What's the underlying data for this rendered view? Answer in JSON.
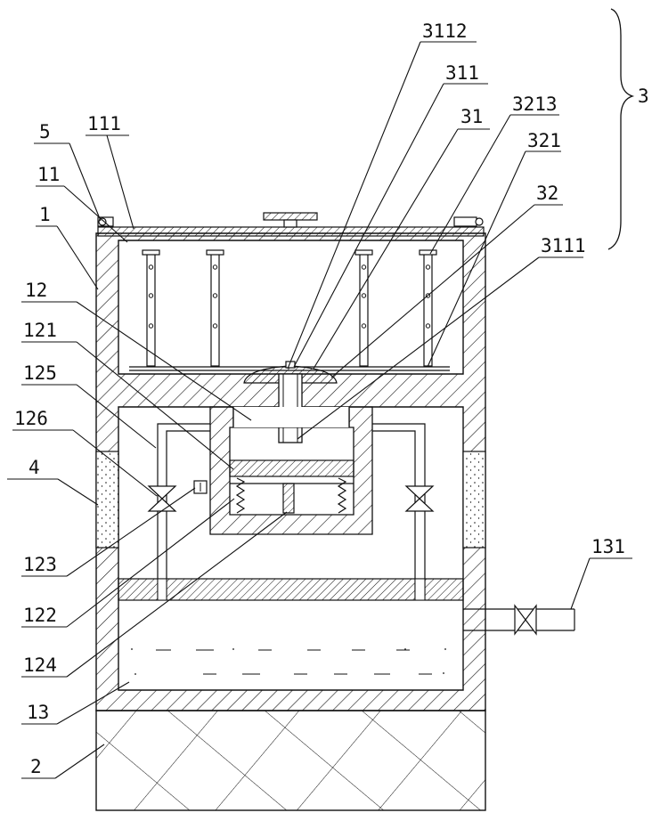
{
  "figure": {
    "background": "#ffffff",
    "line_color": "#111111",
    "labels": {
      "l3112": "3112",
      "l311": "311",
      "l31": "31",
      "l3213": "3213",
      "l321": "321",
      "l32": "32",
      "l3111": "3111",
      "l3": "3",
      "l5": "5",
      "l111": "111",
      "l11": "11",
      "l1": "1",
      "l12": "12",
      "l121": "121",
      "l125": "125",
      "l126": "126",
      "l4": "4",
      "l123": "123",
      "l122": "122",
      "l124": "124",
      "l13": "13",
      "l2": "2",
      "l131": "131"
    }
  }
}
